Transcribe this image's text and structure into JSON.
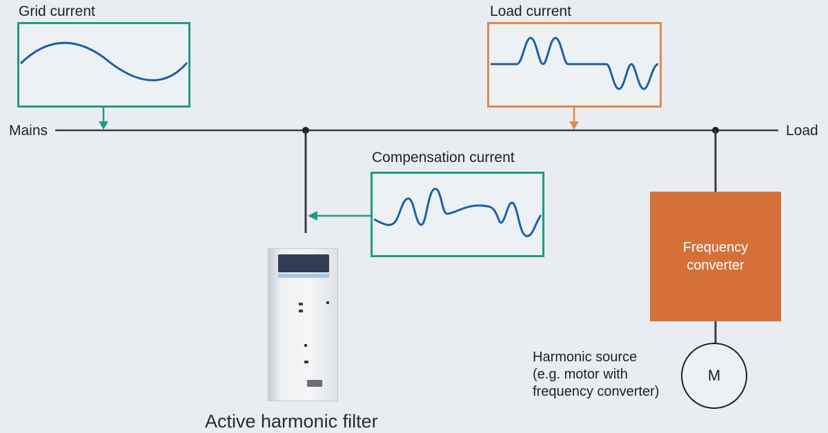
{
  "labels": {
    "grid_current": "Grid current",
    "load_current": "Load current",
    "mains": "Mains",
    "load": "Load",
    "compensation_current": "Compensation current",
    "frequency_converter_line1": "Frequency",
    "frequency_converter_line2": "converter",
    "motor": "M",
    "harmonic_source_line1": "Harmonic source",
    "harmonic_source_line2": "(e.g. motor with",
    "harmonic_source_line3": "frequency converter)",
    "active_harmonic_filter": "Active harmonic filter"
  },
  "colors": {
    "teal": "#1f9a86",
    "orange": "#e1894a",
    "wave": "#1a5fa8",
    "line": "#3a3a3a",
    "converter": "#d5703a"
  }
}
